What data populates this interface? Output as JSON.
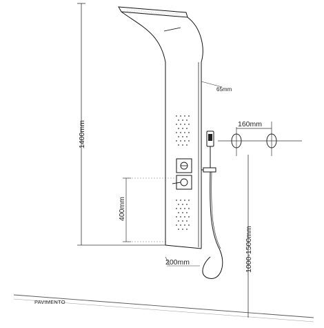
{
  "diagram": {
    "dimensions": {
      "total_height": "1400mm",
      "panel_depth": "65mm",
      "valve_spacing": "160mm",
      "mixer_height": "400mm",
      "install_height": "1000-1500mm",
      "panel_width": "200mm"
    },
    "floor_label": "PAVIMENTO",
    "colors": {
      "line": "#1a1a1a",
      "dim_line": "#333333"
    }
  }
}
